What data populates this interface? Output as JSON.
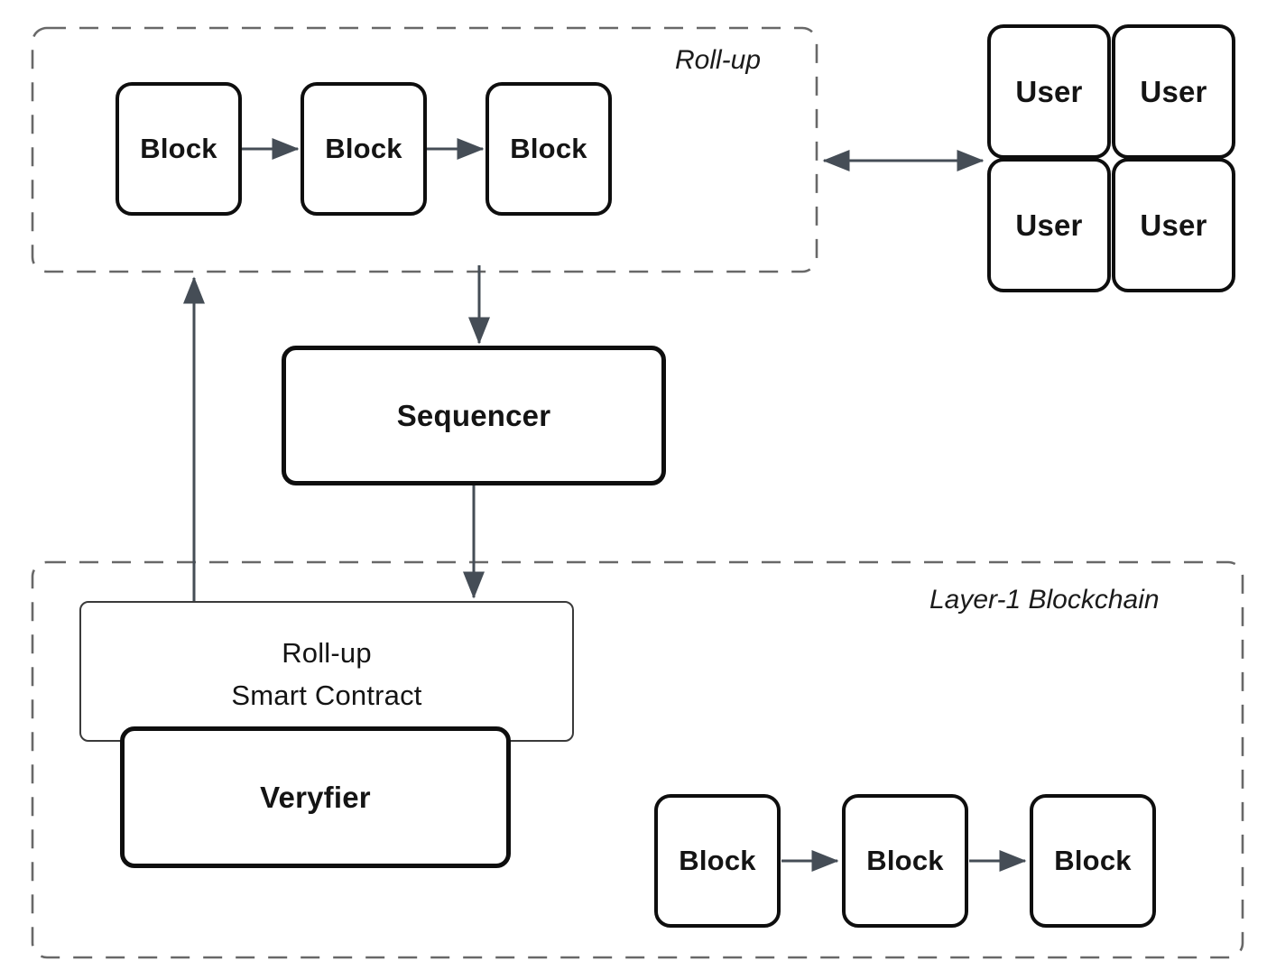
{
  "colors": {
    "arrow": "#454D56",
    "solid_border": "#0E0E0E",
    "thin_border": "#3A3A3A",
    "dashed_border": "#686868",
    "text": "#141414",
    "background": "#FFFFFF"
  },
  "rollup": {
    "label": "Roll-up",
    "blocks": [
      {
        "label": "Block"
      },
      {
        "label": "Block"
      },
      {
        "label": "Block"
      }
    ]
  },
  "users": [
    {
      "label": "User"
    },
    {
      "label": "User"
    },
    {
      "label": "User"
    },
    {
      "label": "User"
    }
  ],
  "sequencer": {
    "label": "Sequencer"
  },
  "layer1": {
    "label": "Layer-1 Blockchain",
    "smart_contract": {
      "line1": "Roll-up",
      "line2": "Smart Contract"
    },
    "verifier": {
      "label": "Veryfier"
    },
    "blocks": [
      {
        "label": "Block"
      },
      {
        "label": "Block"
      },
      {
        "label": "Block"
      }
    ]
  }
}
